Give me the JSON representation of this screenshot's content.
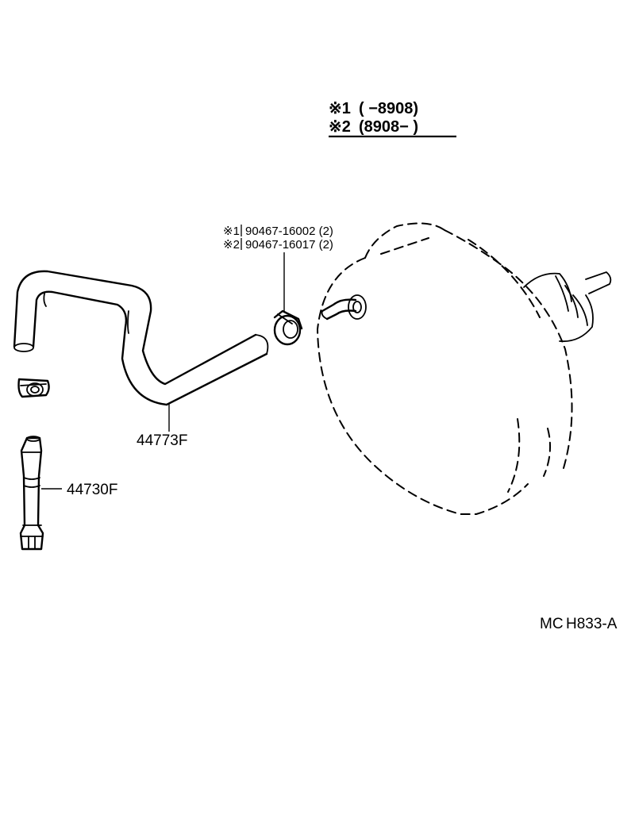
{
  "legend": {
    "line1": {
      "mark": "※1",
      "range": "(      −8908)"
    },
    "line2": {
      "mark": "※2",
      "range": "(8908−         )"
    }
  },
  "clip_callout": {
    "line1": {
      "mark": "※1",
      "part": "90467-16002 (2)"
    },
    "line2": {
      "mark": "※2",
      "part": "90467-16017 (2)"
    }
  },
  "parts": {
    "hose_label": "44773F",
    "union_label": "44730F"
  },
  "footer": {
    "code_prefix": "MC",
    "code": "H833-A"
  }
}
